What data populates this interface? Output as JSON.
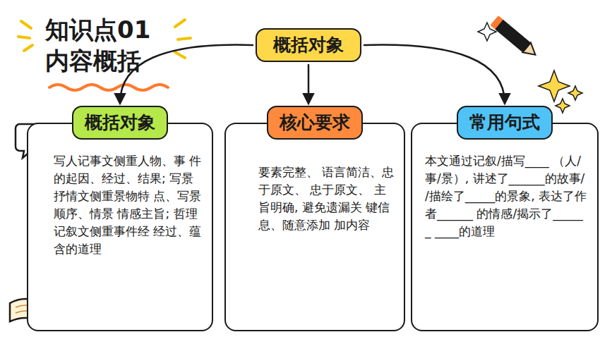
{
  "diagram": {
    "title": "知识点01 内容概括",
    "nodes": [
      {
        "text": [
          "概括对象"
        ]
      },
      {
        "text": [
          "概括对象",
          "写人记事文侧重人物、事 件的起因、经过、结果; 写景抒情文侧重景物特 点、写景顺序、情景 情感主旨; 哲理记叙文侧重事件经 经过、蕴含的道理"
        ]
      },
      {
        "text": [
          "核心要求",
          "要素完整、 语言简洁、忠于原文、 忠于原文、 主旨明确, 避免遗漏关 键信息、随意添加 加内容"
        ]
      },
      {
        "text": [
          "常用句式",
          "本文通过记叙/描写____ （人/事/景）, 讲述了______的故事/ /描绘了_____的景象, 表达了作者______ 的情感/揭示了______ ____的道理"
        ]
      }
    ],
    "edges": [
      {
        "from": 0,
        "to": 1,
        "arrow": "to"
      },
      {
        "from": 0,
        "to": 2,
        "arrow": "to"
      },
      {
        "from": 0,
        "to": 3,
        "arrow": "to"
      }
    ]
  }
}
